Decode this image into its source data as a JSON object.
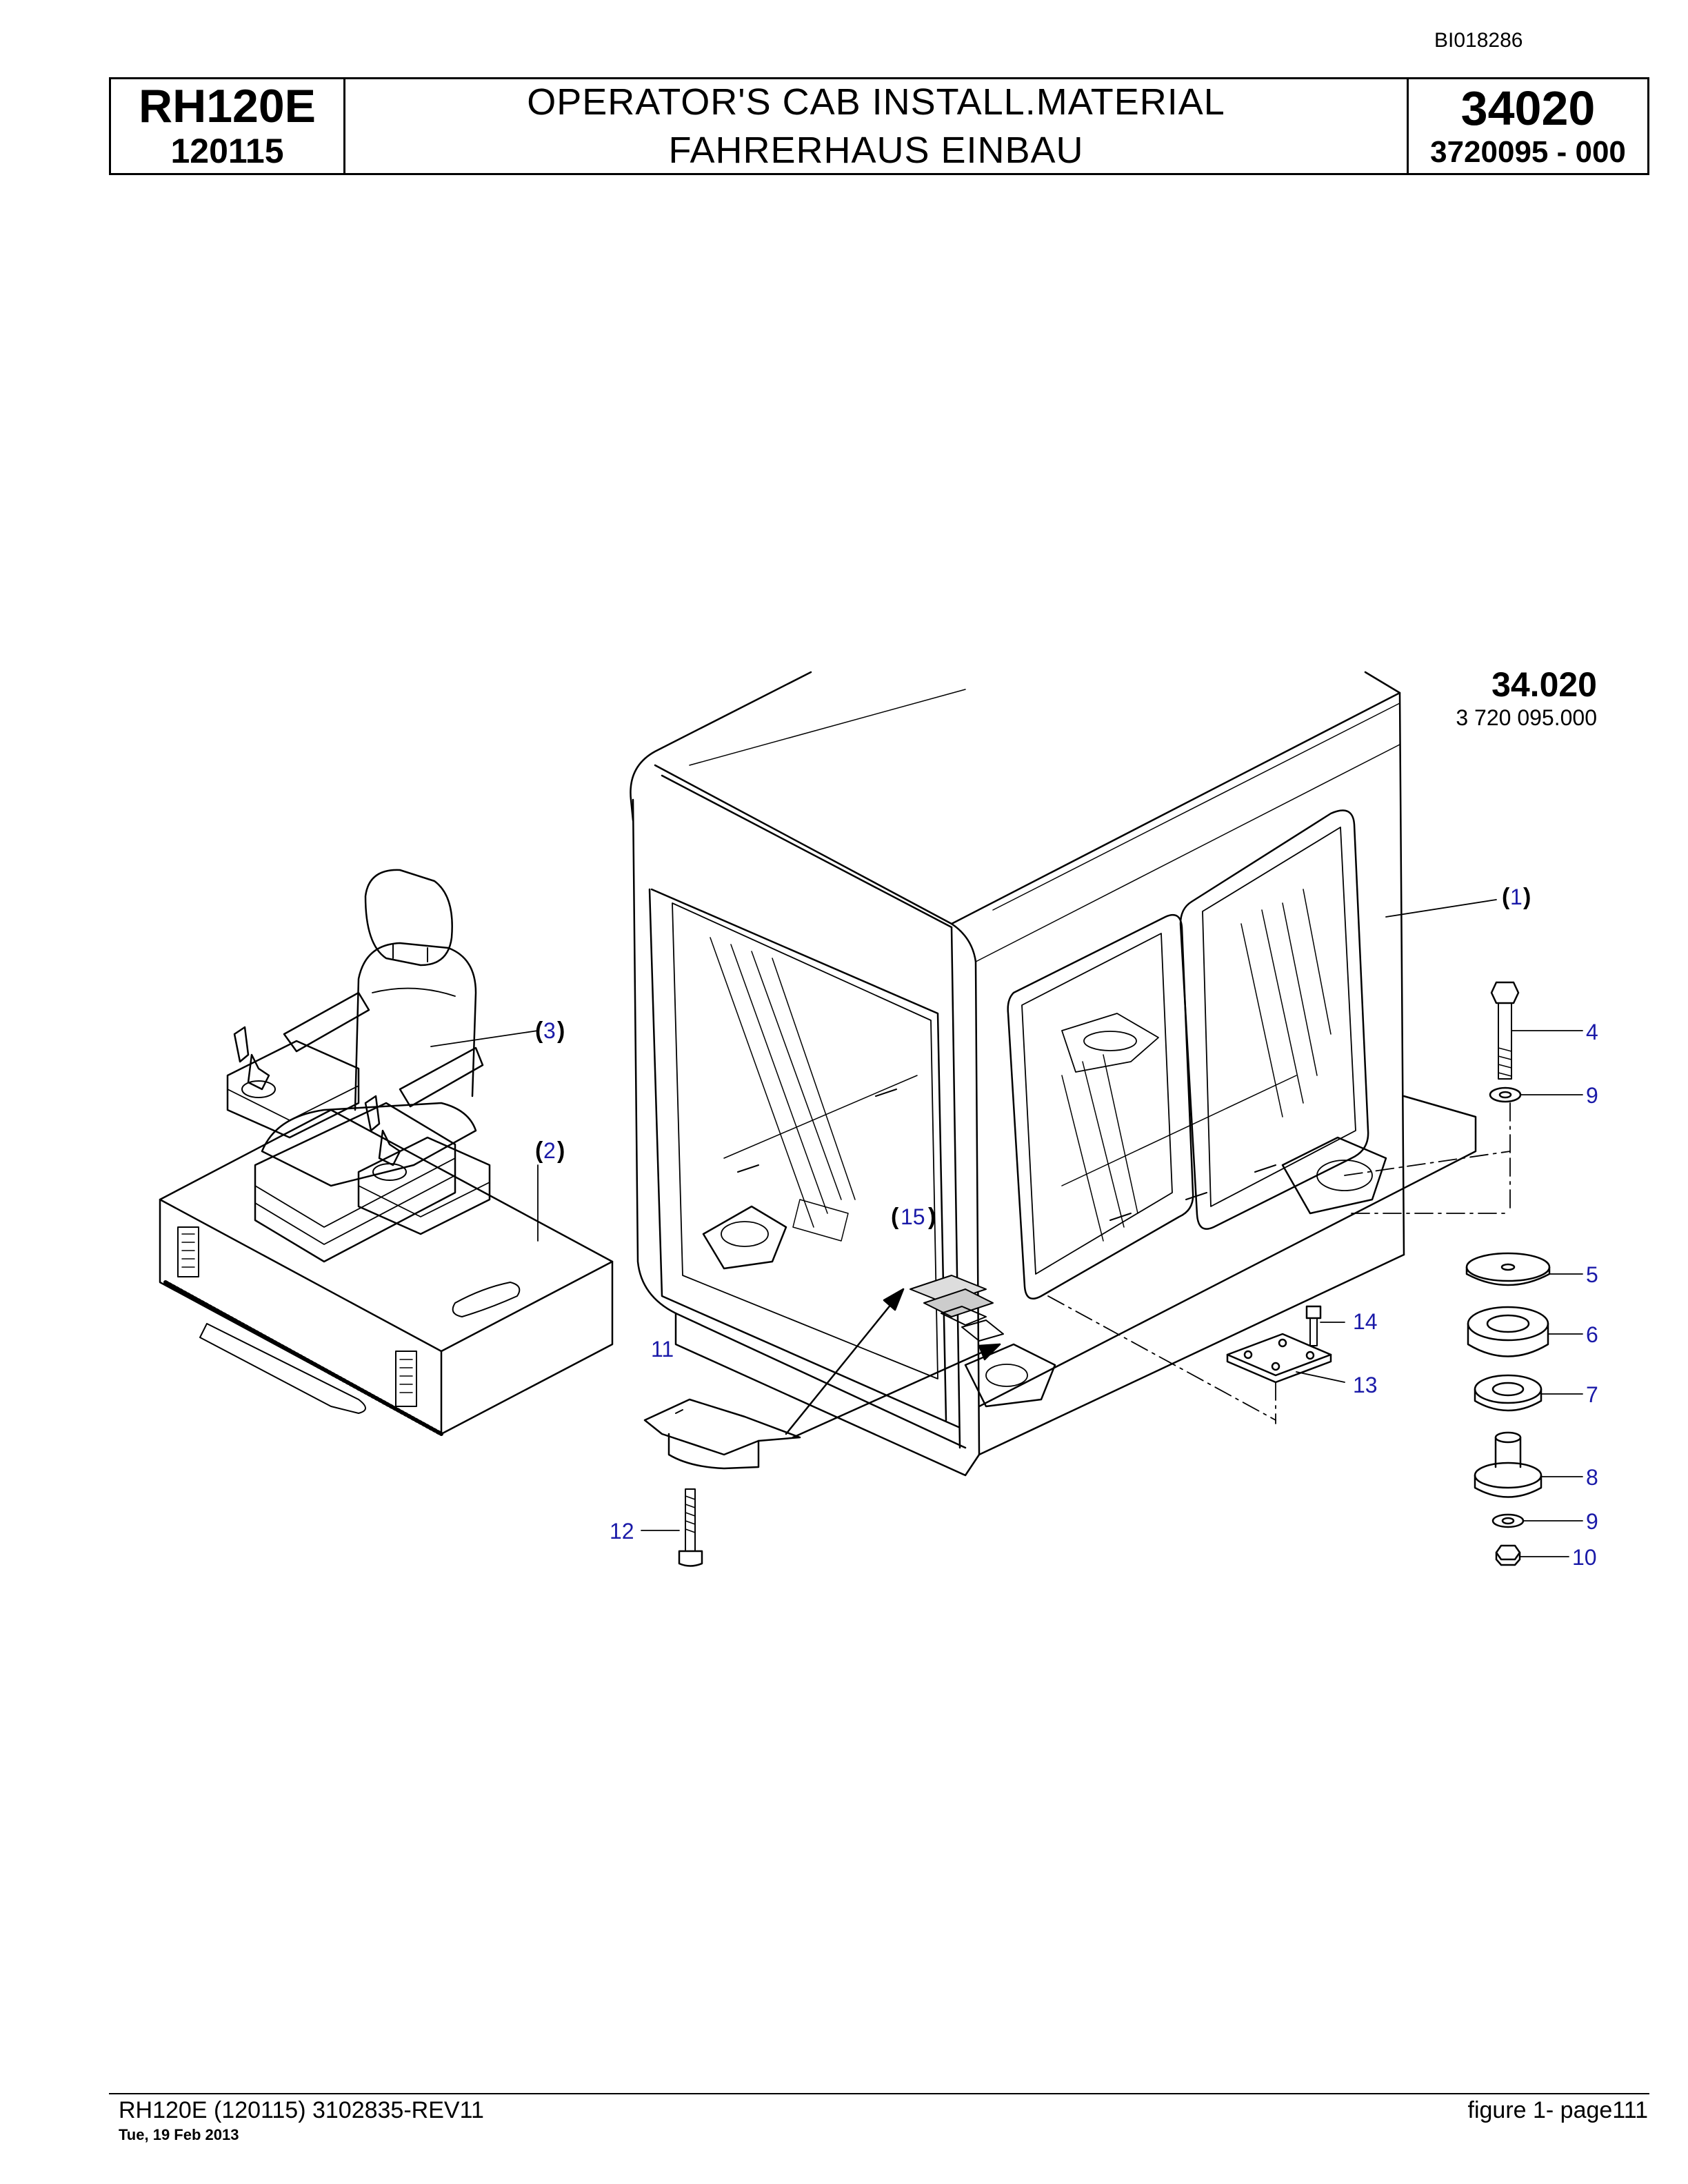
{
  "doc_id": "BI018286",
  "header": {
    "model": "RH120E",
    "serial": "120115",
    "title_en": "OPERATOR'S CAB INSTALL.MATERIAL",
    "title_de": "FAHRERHAUS EINBAU",
    "group": "34020",
    "part_number": "3720095  - 000"
  },
  "figure": {
    "ref_group": "34.020",
    "ref_part": "3 720 095.000",
    "callouts": {
      "c1": "1",
      "c2": "2",
      "c3": "3",
      "c4": "4",
      "c5": "5",
      "c6": "6",
      "c7": "7",
      "c8": "8",
      "c9a": "9",
      "c9b": "9",
      "c10": "10",
      "c11": "11",
      "c12": "12",
      "c13": "13",
      "c14": "14",
      "c15": "15"
    }
  },
  "footer": {
    "left": "RH120E (120115) 3102835-REV11",
    "date": "Tue, 19 Feb 2013",
    "right": "figure  1- page111"
  }
}
